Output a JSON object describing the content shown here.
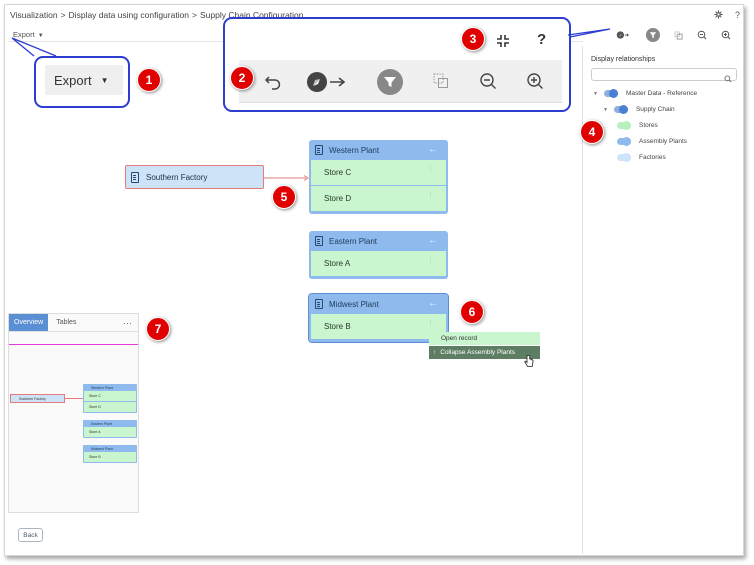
{
  "breadcrumb": {
    "items": [
      "Visualization",
      "Display data using configuration",
      "Supply Chain Configuration"
    ],
    "separator": ">"
  },
  "header_icons": {
    "settings_icon": "gear-icon",
    "help_label": "?"
  },
  "toolbar": {
    "export_label": "Export",
    "tools": [
      "undo-icon",
      "compass-arrow-icon",
      "filter-icon",
      "copy-icon",
      "zoom-out-icon",
      "zoom-in-icon"
    ],
    "collapse_icon": "collapse-icon",
    "help_label": "?"
  },
  "callouts": {
    "export_big_label": "Export",
    "badges": [
      "1",
      "2",
      "3",
      "4",
      "5",
      "6",
      "7"
    ]
  },
  "side_panel": {
    "title": "Display relationships",
    "search_placeholder": "",
    "tree": [
      {
        "label": "Master Data - Reference",
        "level": 0,
        "color": "#4a7fd4"
      },
      {
        "label": "Supply Chain",
        "level": 1,
        "color": "#4a7fd4"
      },
      {
        "label": "Stores",
        "level": 2,
        "color": "#b7f0bf"
      },
      {
        "label": "Assembly Plants",
        "level": 2,
        "color": "#8ebaed"
      },
      {
        "label": "Factories",
        "level": 2,
        "color": "#cfe4fa"
      }
    ]
  },
  "canvas": {
    "factory": "Southern Factory",
    "plants": [
      {
        "name": "Western Plant",
        "stores": [
          "Store C",
          "Store D"
        ]
      },
      {
        "name": "Eastern Plant",
        "stores": [
          "Store A"
        ]
      },
      {
        "name": "Midwest Plant",
        "stores": [
          "Store B"
        ]
      }
    ]
  },
  "context_menu": {
    "open_record": "Open record",
    "collapse": "Collapse Assembly Plants"
  },
  "overview": {
    "tab_overview": "Overview",
    "tab_tables": "Tables",
    "more": "···",
    "mini_factory": "Southern Factory",
    "mini_plants": [
      {
        "name": "Western Plant",
        "stores": [
          "Store C",
          "Store D"
        ]
      },
      {
        "name": "Eastern Plant",
        "stores": [
          "Store A"
        ]
      },
      {
        "name": "Midwest Plant",
        "stores": [
          "Store B"
        ]
      }
    ]
  },
  "back_label": "Back",
  "colors": {
    "accent": "#2c3ed1",
    "badge": "#e00000",
    "plant_header": "#8ebaed",
    "store": "#c9f5cf",
    "relation_line": "#e57a7a"
  }
}
